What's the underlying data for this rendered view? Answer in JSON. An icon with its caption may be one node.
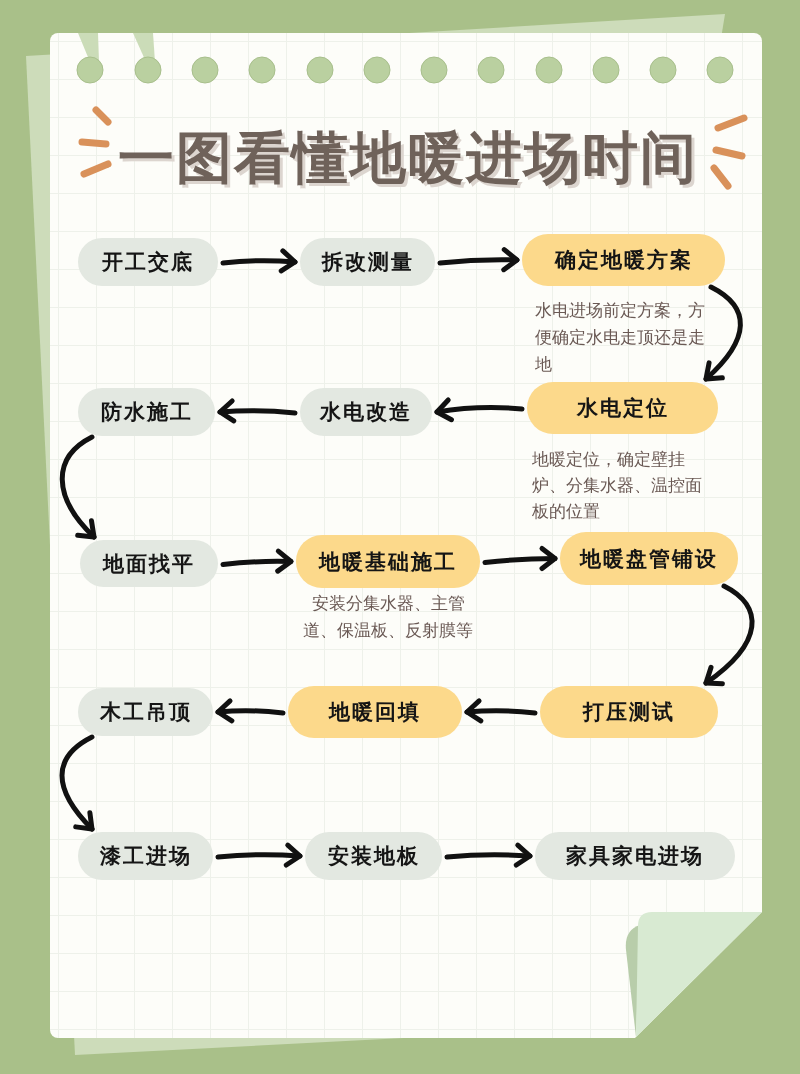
{
  "diagram": {
    "title": "一图看懂地暖进场时间",
    "nodes": [
      {
        "text": [
          "开工交底"
        ]
      },
      {
        "text": [
          "拆改测量"
        ]
      },
      {
        "text": [
          "确定地暖方案"
        ],
        "beside": [
          "水电进场前定方案，方便确定水电走顶还是走地"
        ]
      },
      {
        "text": [
          "防水施工"
        ]
      },
      {
        "text": [
          "水电改造"
        ]
      },
      {
        "text": [
          "水电定位"
        ],
        "beside": [
          "地暖定位，确定壁挂炉、分集水器、温控面板的位置"
        ]
      },
      {
        "text": [
          "地面找平"
        ]
      },
      {
        "text": [
          "地暖基础施工"
        ],
        "beside": [
          "安装分集水器、主管道、保温板、反射膜等"
        ]
      },
      {
        "text": [
          "地暖盘管铺设"
        ]
      },
      {
        "text": [
          "木工吊顶"
        ]
      },
      {
        "text": [
          "地暖回填"
        ]
      },
      {
        "text": [
          "打压测试"
        ]
      },
      {
        "text": [
          "漆工进场"
        ]
      },
      {
        "text": [
          "安装地板"
        ]
      },
      {
        "text": [
          "家具家电进场"
        ]
      }
    ],
    "edges": [
      {
        "from": 0,
        "to": 1,
        "arrow": "to"
      },
      {
        "from": 1,
        "to": 2,
        "arrow": "to"
      },
      {
        "from": 2,
        "to": 5,
        "arrow": "to"
      },
      {
        "from": 5,
        "to": 4,
        "arrow": "to"
      },
      {
        "from": 4,
        "to": 3,
        "arrow": "to"
      },
      {
        "from": 3,
        "to": 6,
        "arrow": "to"
      },
      {
        "from": 6,
        "to": 7,
        "arrow": "to"
      },
      {
        "from": 7,
        "to": 8,
        "arrow": "to"
      },
      {
        "from": 8,
        "to": 11,
        "arrow": "to"
      },
      {
        "from": 11,
        "to": 10,
        "arrow": "to"
      },
      {
        "from": 10,
        "to": 9,
        "arrow": "to"
      },
      {
        "from": 9,
        "to": 12,
        "arrow": "to"
      },
      {
        "from": 12,
        "to": 13,
        "arrow": "to"
      },
      {
        "from": 13,
        "to": 14,
        "arrow": "to"
      }
    ]
  }
}
